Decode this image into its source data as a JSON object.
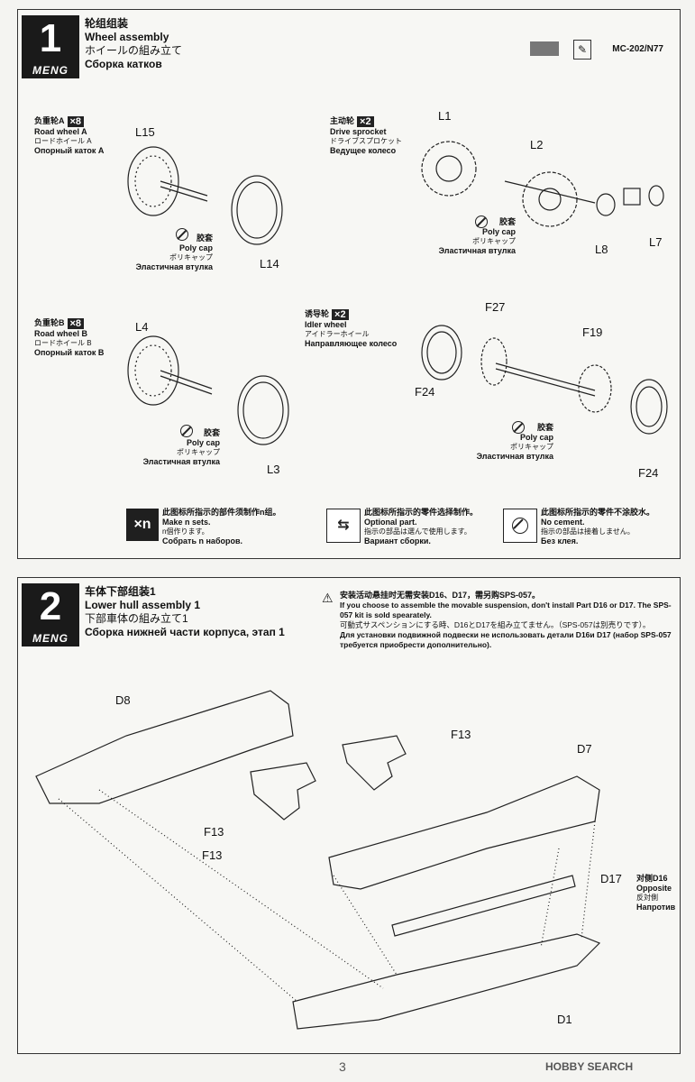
{
  "step1": {
    "number": "1",
    "brand": "MENG",
    "title_cn": "轮组组装",
    "title_en": "Wheel assembly",
    "title_jp": "ホイールの組み立て",
    "title_ru": "Сборка катков",
    "paint_code": "MC-202/N77",
    "road_wheel_a": {
      "cn": "负重轮A",
      "qty": "×8",
      "en": "Road wheel A",
      "jp": "ロードホイール A",
      "ru": "Опорный каток A",
      "parts": [
        "L15",
        "L14"
      ]
    },
    "drive_sprocket": {
      "cn": "主动轮",
      "qty": "×2",
      "en": "Drive sprocket",
      "jp": "ドライブスプロケット",
      "ru": "Ведущее колесо",
      "parts": [
        "L1",
        "L2",
        "L8",
        "L7"
      ]
    },
    "road_wheel_b": {
      "cn": "负重轮B",
      "qty": "×8",
      "en": "Road wheel B",
      "jp": "ロードホイール B",
      "ru": "Опорный каток B",
      "parts": [
        "L4",
        "L3"
      ]
    },
    "idler_wheel": {
      "cn": "诱导轮",
      "qty": "×2",
      "en": "Idler wheel",
      "jp": "アイドラーホイール",
      "ru": "Направляющее колесо",
      "parts": [
        "F27",
        "F19",
        "F24",
        "F24"
      ]
    },
    "poly_cap": {
      "cn": "胶套",
      "en": "Poly cap",
      "jp": "ポリキャップ",
      "ru": "Эластичная втулка"
    },
    "legend": [
      {
        "icon": "×n",
        "cn": "此图标所指示的部件须制作n组。",
        "en": "Make n sets.",
        "jp": "n個作ります。",
        "ru": "Собрать n наборов."
      },
      {
        "icon": "optional",
        "cn": "此图标所指示的零件选择制作。",
        "en": "Optional part.",
        "jp": "指示の部品は選んで使用します。",
        "ru": "Вариант сборки."
      },
      {
        "icon": "no-cement",
        "cn": "此图标所指示的零件不涂胶水。",
        "en": "No cement.",
        "jp": "指示の部品は接着しません。",
        "ru": "Без клея."
      }
    ]
  },
  "step2": {
    "number": "2",
    "brand": "MENG",
    "title_cn": "车体下部组装1",
    "title_en": "Lower hull assembly 1",
    "title_jp": "下部車体の組み立て1",
    "title_ru": "Сборка нижней части корпуса, этап 1",
    "notes": [
      "安装活动悬挂时无需安装D16、D17，需另购SPS-057。",
      "If you choose to assemble the movable suspension, don't install Part D16 or D17. The SPS-057 kit is sold spearately.",
      "可動式サスペンションにする時、D16とD17を組み立てません。（SPS-057は別売りです）。",
      "Для установки подвижной подвески не использовать детали D16и D17 (набор SPS-057 требуется приобрести дополнительно)."
    ],
    "parts": {
      "d8": "D8",
      "f13a": "F13",
      "f13b": "F13",
      "f13c": "F13",
      "d7": "D7",
      "d17": "D17",
      "d1": "D1"
    },
    "d17_note": {
      "cn": "对侧D16",
      "en": "Opposite",
      "jp": "反対側",
      "ru": "Напротив"
    }
  },
  "page_number": "3",
  "watermark": "HOBBY SEARCH"
}
